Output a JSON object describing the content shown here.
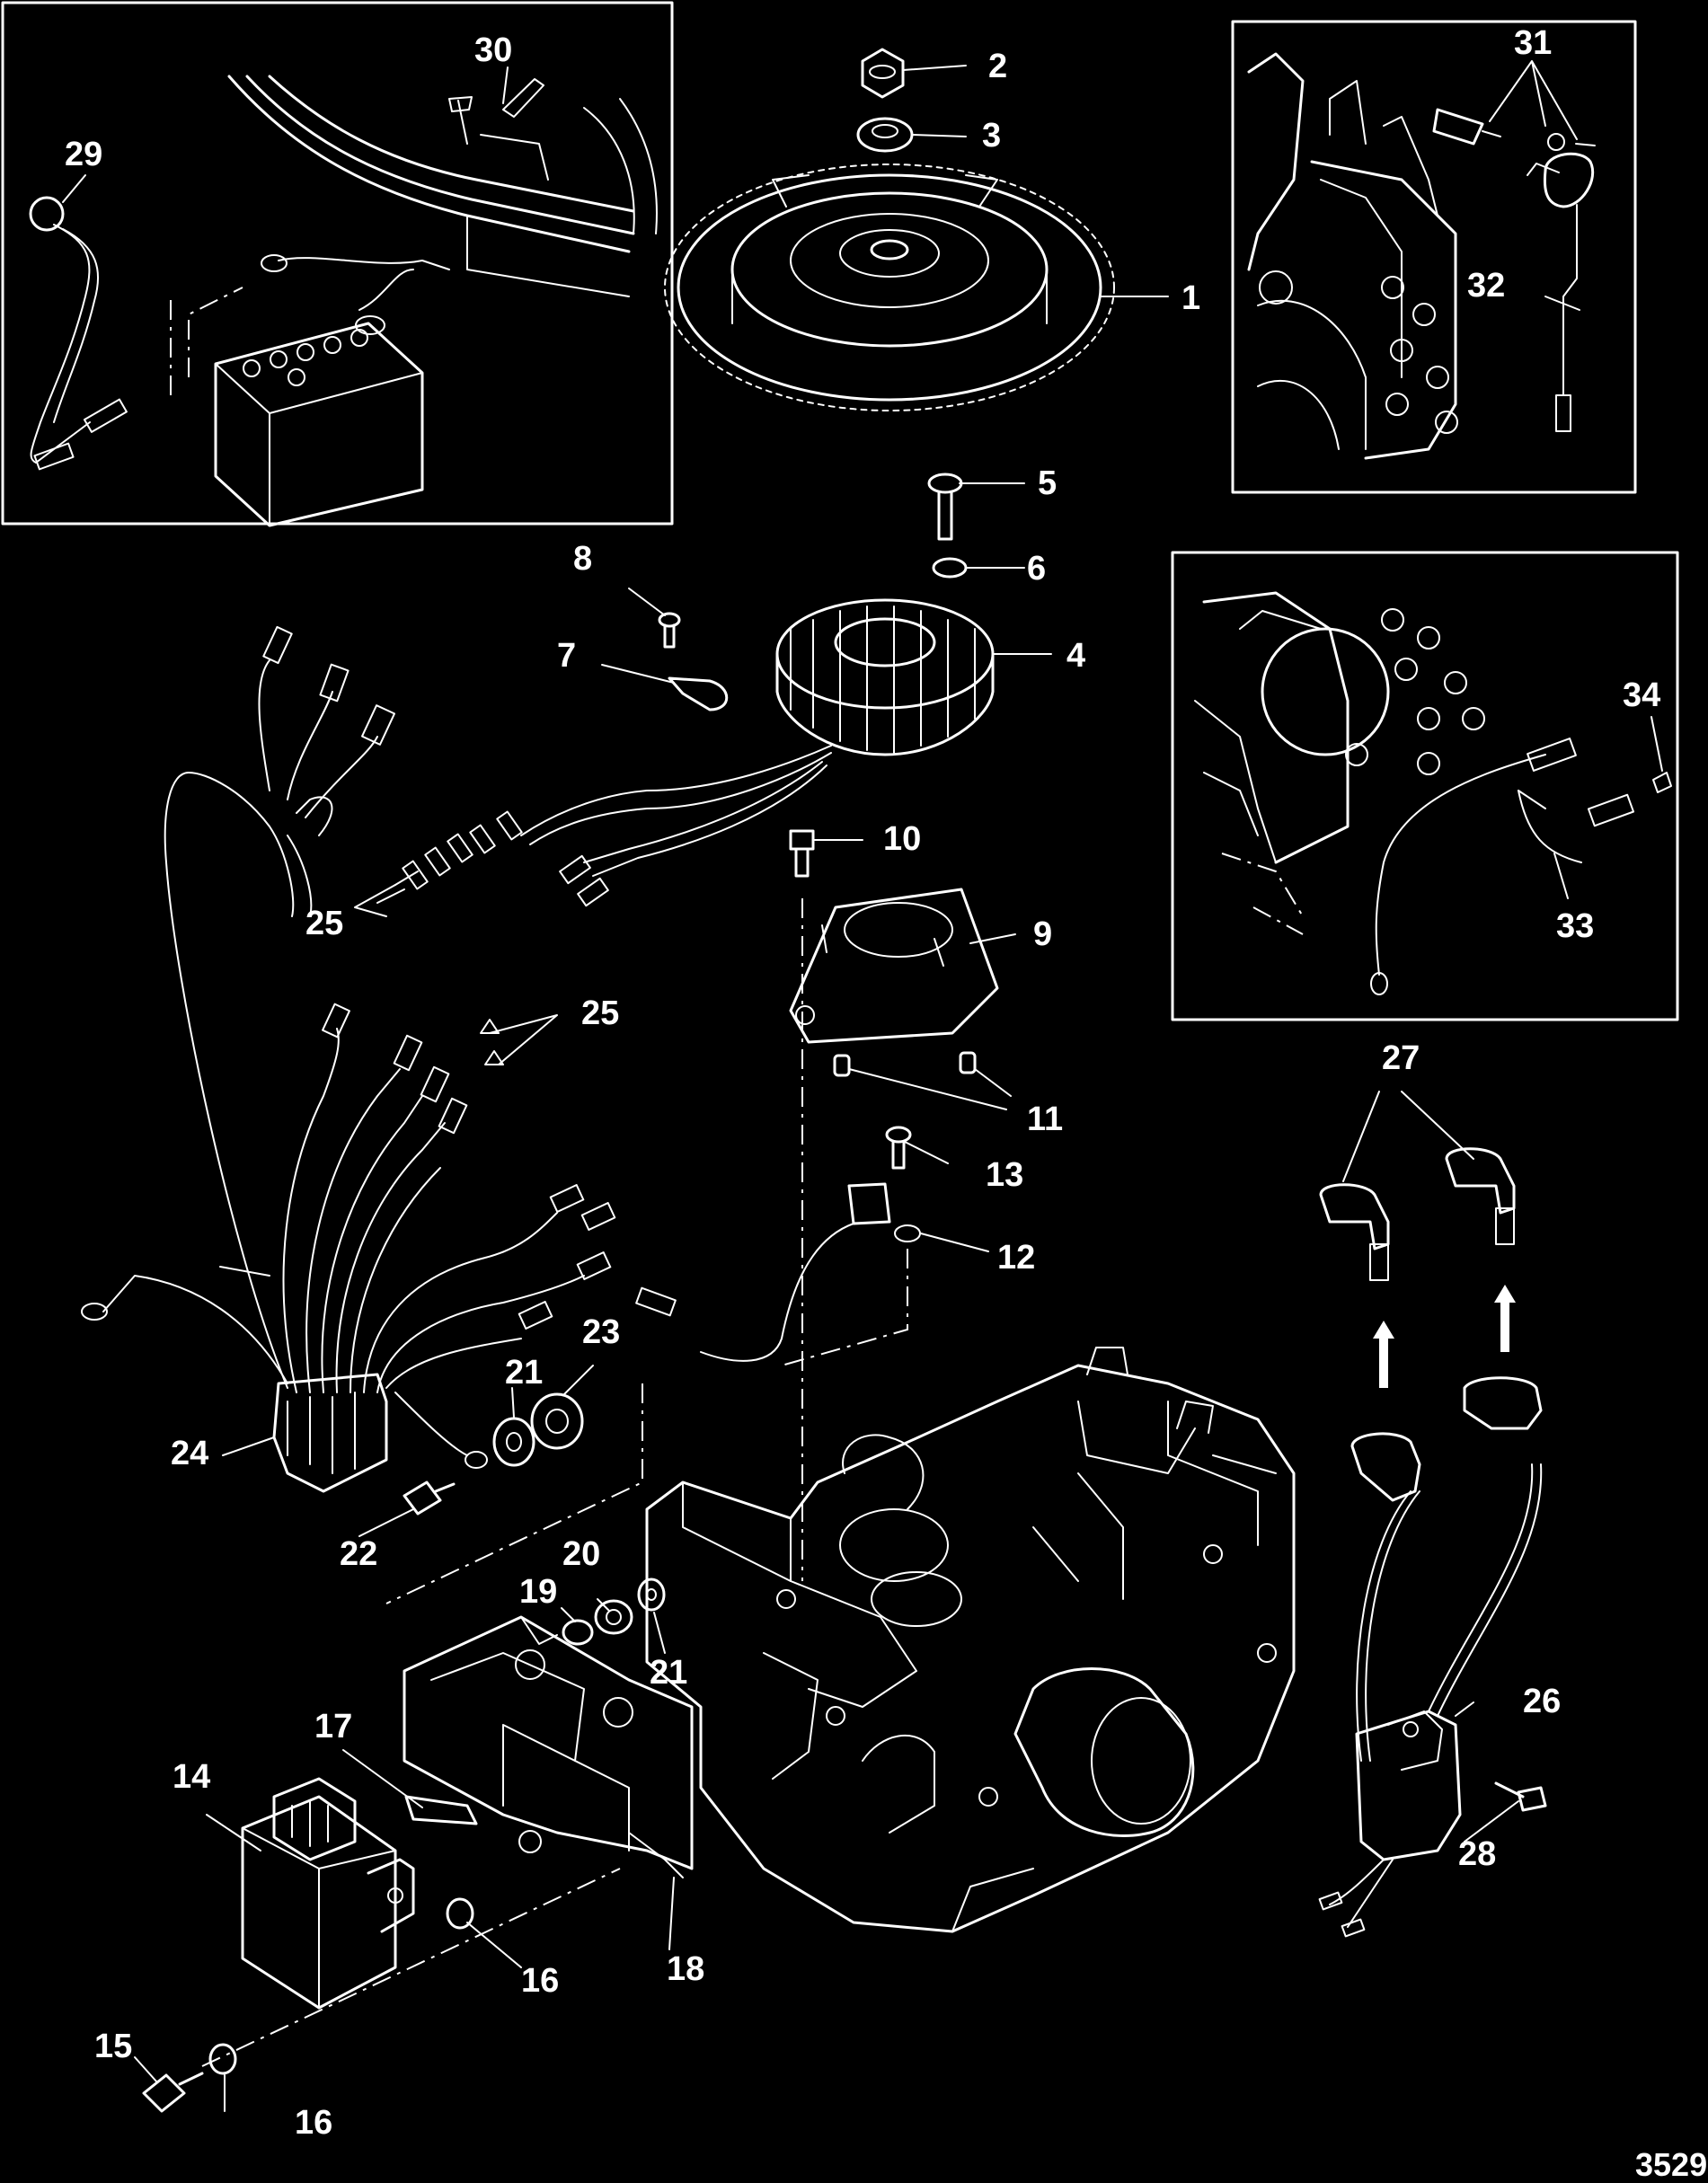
{
  "figure_number": "3529",
  "callouts": [
    {
      "id": "c1",
      "label": "1"
    },
    {
      "id": "c2",
      "label": "2"
    },
    {
      "id": "c3",
      "label": "3"
    },
    {
      "id": "c4",
      "label": "4"
    },
    {
      "id": "c5",
      "label": "5"
    },
    {
      "id": "c6",
      "label": "6"
    },
    {
      "id": "c7",
      "label": "7"
    },
    {
      "id": "c8",
      "label": "8"
    },
    {
      "id": "c9",
      "label": "9"
    },
    {
      "id": "c10",
      "label": "10"
    },
    {
      "id": "c11",
      "label": "11"
    },
    {
      "id": "c12",
      "label": "12"
    },
    {
      "id": "c13",
      "label": "13"
    },
    {
      "id": "c14",
      "label": "14"
    },
    {
      "id": "c15",
      "label": "15"
    },
    {
      "id": "c16a",
      "label": "16"
    },
    {
      "id": "c16b",
      "label": "16"
    },
    {
      "id": "c17",
      "label": "17"
    },
    {
      "id": "c18",
      "label": "18"
    },
    {
      "id": "c19",
      "label": "19"
    },
    {
      "id": "c20",
      "label": "20"
    },
    {
      "id": "c21a",
      "label": "21"
    },
    {
      "id": "c21b",
      "label": "21"
    },
    {
      "id": "c22",
      "label": "22"
    },
    {
      "id": "c23",
      "label": "23"
    },
    {
      "id": "c24",
      "label": "24"
    },
    {
      "id": "c25a",
      "label": "25"
    },
    {
      "id": "c25b",
      "label": "25"
    },
    {
      "id": "c26",
      "label": "26"
    },
    {
      "id": "c27",
      "label": "27"
    },
    {
      "id": "c28",
      "label": "28"
    },
    {
      "id": "c29",
      "label": "29"
    },
    {
      "id": "c30",
      "label": "30"
    },
    {
      "id": "c31",
      "label": "31"
    },
    {
      "id": "c32",
      "label": "32"
    },
    {
      "id": "c33",
      "label": "33"
    },
    {
      "id": "c34",
      "label": "34"
    }
  ]
}
